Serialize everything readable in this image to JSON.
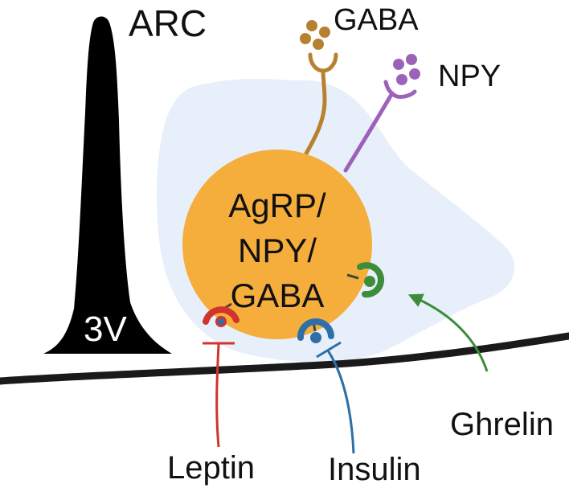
{
  "labels": {
    "region": "ARC",
    "ventricle": "3V",
    "gaba_release": "GABA",
    "npy_release": "NPY",
    "neuron_lines": [
      "AgRP/",
      "NPY/",
      "GABA"
    ],
    "leptin": "Leptin",
    "insulin": "Insulin",
    "ghrelin": "Ghrelin"
  },
  "colors": {
    "neuron": "#F5AE3B",
    "region_shade": "#E6EFFA",
    "ventricle": "#000000",
    "gaba_axon": "#B8812F",
    "npy_axon": "#9C62BA",
    "leptin": "#D0342C",
    "insulin": "#2F6FA8",
    "ghrelin": "#3C8C3A",
    "boundary": "#1A1A1A"
  },
  "signals": {
    "leptin": "inhibits",
    "insulin": "inhibits",
    "ghrelin": "stimulates"
  }
}
